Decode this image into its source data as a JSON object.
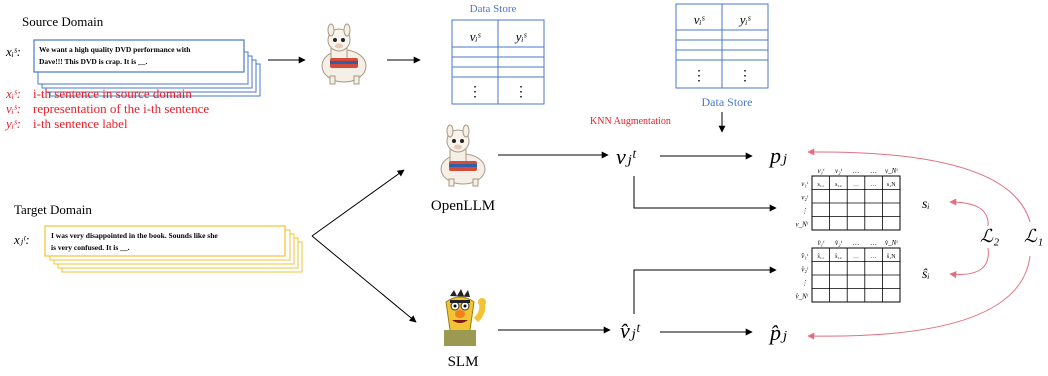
{
  "source": {
    "title": "Source Domain",
    "sentence_label": "xᵢˢ:",
    "sentence_text_line1": "We want a high quality DVD performance with",
    "sentence_text_line2": "Dave!!! This DVD is crap. It is __.",
    "legend": [
      {
        "symbol": "xᵢˢ:",
        "text": "i-th sentence in source domain"
      },
      {
        "symbol": "vᵢˢ:",
        "text": "representation of the i-th sentence"
      },
      {
        "symbol": "yᵢˢ:",
        "text": "i-th sentence label"
      }
    ]
  },
  "target": {
    "title": "Target Domain",
    "sentence_label": "xⱼᵗ:",
    "sentence_text_line1": "I was very disappointed in the book.  Sounds like she",
    "sentence_text_line2": "is very confused. It is __."
  },
  "store_left": {
    "title": "Data Store",
    "col1": "vᵢˢ",
    "col2": "yᵢˢ",
    "dots": "⋮"
  },
  "store_right": {
    "title": "Data Store",
    "col1": "vᵢˢ",
    "col2": "yᵢˢ",
    "dots": "⋮"
  },
  "knn_label": "KNN Augmentation",
  "models": {
    "open_llm": "OpenLLM",
    "slm": "SLM"
  },
  "symbols": {
    "v_t": "vⱼᵗ",
    "v_hat_t": "v̂ⱼᵗ",
    "p": "pⱼ",
    "p_hat": "p̂ⱼ",
    "s": "sᵢ",
    "s_hat": "ŝᵢ",
    "L2": "ℒ₂",
    "L1": "ℒ₁"
  },
  "matrix_top": {
    "col_headers": [
      "v₁ᵗ",
      "v₂ᵗ",
      "…",
      "…",
      "v_Nᵗ"
    ],
    "row_headers": [
      "v₁ᵗ",
      "v₂ᵗ",
      "⋮",
      "v_Nᵗ"
    ],
    "cells": [
      "s₁₁",
      "s₁₂",
      "…",
      "…",
      "s₁N"
    ]
  },
  "matrix_bottom": {
    "col_headers": [
      "v̂₁ᵗ",
      "v̂₂ᵗ",
      "…",
      "…",
      "v̂_Nᵗ"
    ],
    "row_headers": [
      "v̂₁ᵗ",
      "v̂₂ᵗ",
      "⋮",
      "v̂_Nᵗ"
    ],
    "cells": [
      "ŝ₁₁",
      "ŝ₁₂",
      "…",
      "…",
      "ŝ₁N"
    ]
  },
  "colors": {
    "red": "#e8202a",
    "blue": "#4a78c8",
    "source_box_border": "#4a78c8",
    "target_box_border": "#f2c331",
    "pink_arrow": "#e07080"
  }
}
